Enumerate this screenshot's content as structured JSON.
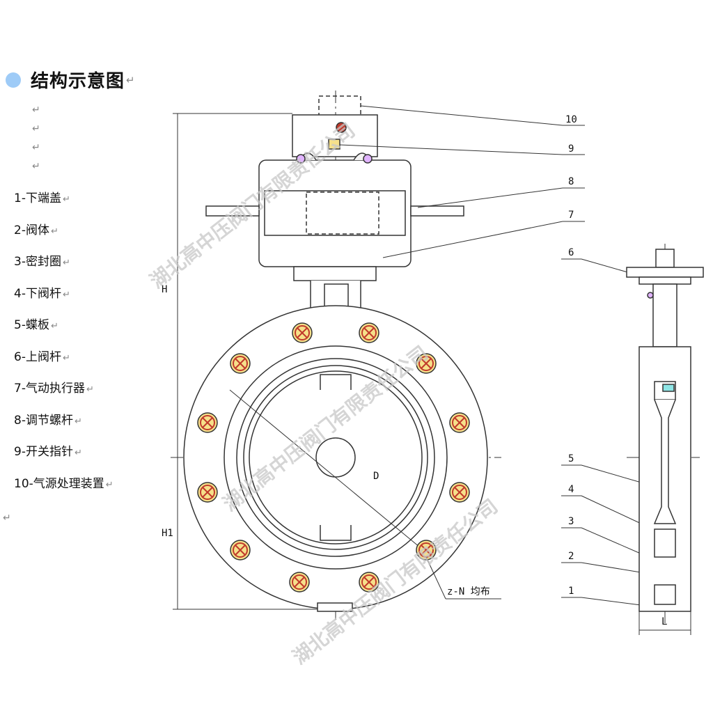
{
  "header": {
    "title": "结构示意图",
    "return_mark": "↵"
  },
  "blank_marks": [
    "↵",
    "↵",
    "↵",
    "↵"
  ],
  "parts": [
    "1-下端盖",
    "2-阀体",
    "3-密封圈",
    "4-下阀杆",
    "5-蝶板",
    "6-上阀杆",
    "7-气动执行器",
    "8-调节螺杆",
    "9-开关指针",
    "10-气源处理装置"
  ],
  "trailing_mark": "↵",
  "drawing": {
    "callouts": [
      "10",
      "9",
      "8",
      "7",
      "6",
      "5",
      "4",
      "3",
      "2",
      "1"
    ],
    "dim_H": "H",
    "dim_H1": "H1",
    "dim_D": "D",
    "dim_L": "L",
    "bolt_note": "z-N 均布"
  },
  "watermark": "湖北高中压阀门有限责任公司"
}
